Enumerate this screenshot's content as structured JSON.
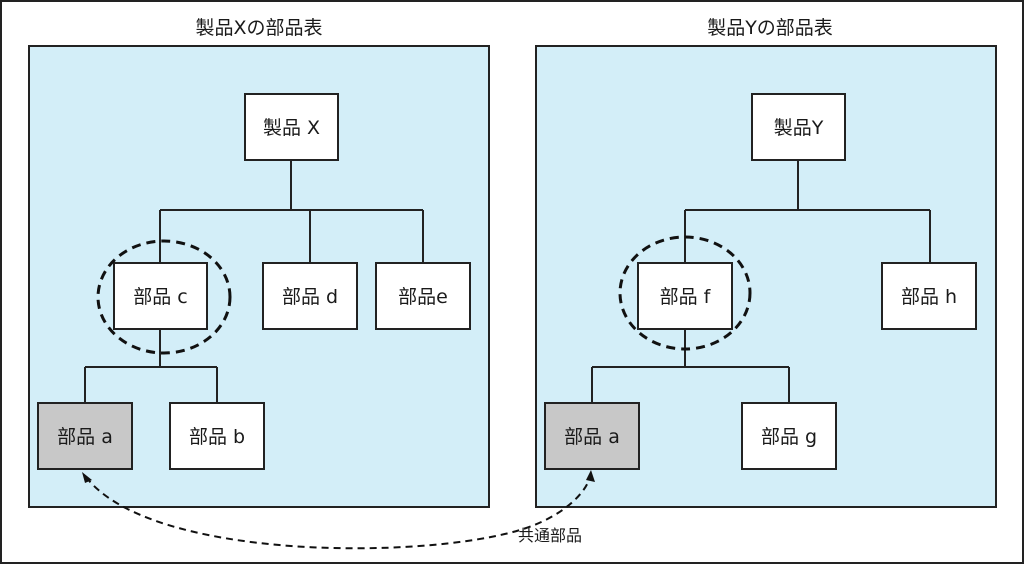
{
  "diagram": {
    "panels": [
      {
        "id": "x",
        "title": "製品Xの部品表",
        "root": {
          "id": "productX",
          "label": "製品 X",
          "shared": false
        },
        "children": [
          {
            "id": "partC",
            "label": "部品 c",
            "shared": false,
            "highlighted": true,
            "children": [
              {
                "id": "partA_x",
                "label": "部品 a",
                "shared": true
              },
              {
                "id": "partB",
                "label": "部品 b",
                "shared": false
              }
            ]
          },
          {
            "id": "partD",
            "label": "部品 d",
            "shared": false
          },
          {
            "id": "partE",
            "label": "部品e",
            "shared": false
          }
        ]
      },
      {
        "id": "y",
        "title": "製品Yの部品表",
        "root": {
          "id": "productY",
          "label": "製品Y",
          "shared": false
        },
        "children": [
          {
            "id": "partF",
            "label": "部品 f",
            "shared": false,
            "highlighted": true,
            "children": [
              {
                "id": "partA_y",
                "label": "部品 a",
                "shared": true
              },
              {
                "id": "partG",
                "label": "部品 g",
                "shared": false
              }
            ]
          },
          {
            "id": "partH",
            "label": "部品 h",
            "shared": false
          }
        ]
      }
    ],
    "connector": {
      "label": "共通部品",
      "from": "partA_x",
      "to": "partA_y",
      "style": "dashed-bidirectional"
    },
    "colors": {
      "panel_fill": "#d3eef8",
      "shared_fill": "#c8c8c8",
      "node_fill": "#ffffff",
      "stroke": "#222222"
    }
  }
}
